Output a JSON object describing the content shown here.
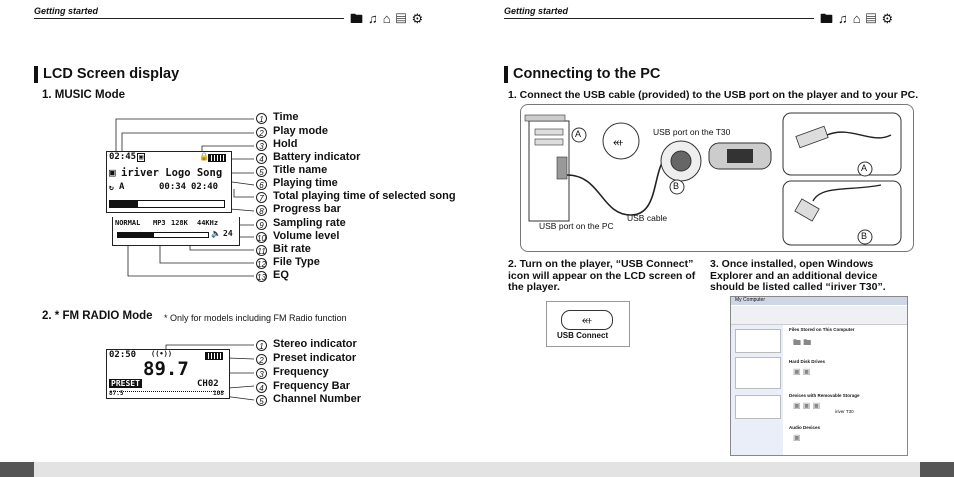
{
  "left": {
    "header": "Getting started",
    "title": "LCD Screen display",
    "music": {
      "heading": "1. MUSIC Mode",
      "lcd": {
        "time": "02:45",
        "title_text": "iriver Logo Song",
        "mode": "A",
        "play_time": "00:34",
        "total_time": "02:40",
        "eq": "NORMAL",
        "file_type": "MP3",
        "bit_rate": "128K",
        "sampling": "44KHz",
        "volume": "24"
      },
      "labels": [
        {
          "n": "1",
          "text": "Time"
        },
        {
          "n": "2",
          "text": "Play mode"
        },
        {
          "n": "3",
          "text": "Hold"
        },
        {
          "n": "4",
          "text": "Battery indicator"
        },
        {
          "n": "5",
          "text": "Title name"
        },
        {
          "n": "6",
          "text": "Playing time"
        },
        {
          "n": "7",
          "text": "Total playing time of selected song"
        },
        {
          "n": "8",
          "text": "Progress bar"
        },
        {
          "n": "9",
          "text": "Sampling rate"
        },
        {
          "n": "10",
          "text": "Volume level"
        },
        {
          "n": "11",
          "text": "Bit rate"
        },
        {
          "n": "12",
          "text": "File Type"
        },
        {
          "n": "13",
          "text": "EQ"
        }
      ]
    },
    "fm": {
      "heading": "2. * FM RADIO Mode",
      "note": "* Only for models including FM Radio function",
      "lcd": {
        "time": "02:50",
        "freq": "89.7",
        "preset": "PRESET",
        "channel": "CH02",
        "low": "87.5",
        "high": "108"
      },
      "labels": [
        {
          "n": "1",
          "text": "Stereo indicator"
        },
        {
          "n": "2",
          "text": "Preset  indicator"
        },
        {
          "n": "3",
          "text": "Frequency"
        },
        {
          "n": "4",
          "text": "Frequency Bar"
        },
        {
          "n": "5",
          "text": "Channel Number"
        }
      ]
    }
  },
  "right": {
    "header": "Getting started",
    "title": "Connecting to the PC",
    "step1": "1. Connect the USB cable (provided) to the USB port on the player and to your PC.",
    "diagram": {
      "port_t30": "USB port on the T30",
      "usb_cable": "USB cable",
      "port_pc": "USB port on the PC",
      "mark_a": "A",
      "mark_b": "B"
    },
    "step2": "2. Turn on the player, “USB Connect” icon will appear on the LCD screen of the player.",
    "usb_connect": "USB Connect",
    "step3": "3. Once installed, open Windows Explorer and an additional device should be listed called “iriver T30”.",
    "explorer": {
      "window_title": "My Computer",
      "section1": "Files Stored on This Computer",
      "section2": "Hard Disk Drives",
      "section3": "Devices with Removable Storage",
      "item": "iriver T30",
      "section4": "Audio Devices"
    }
  },
  "toolbar_icons": [
    "folder-icon",
    "music-note-icon",
    "home-icon",
    "document-icon",
    "gear-icon"
  ]
}
